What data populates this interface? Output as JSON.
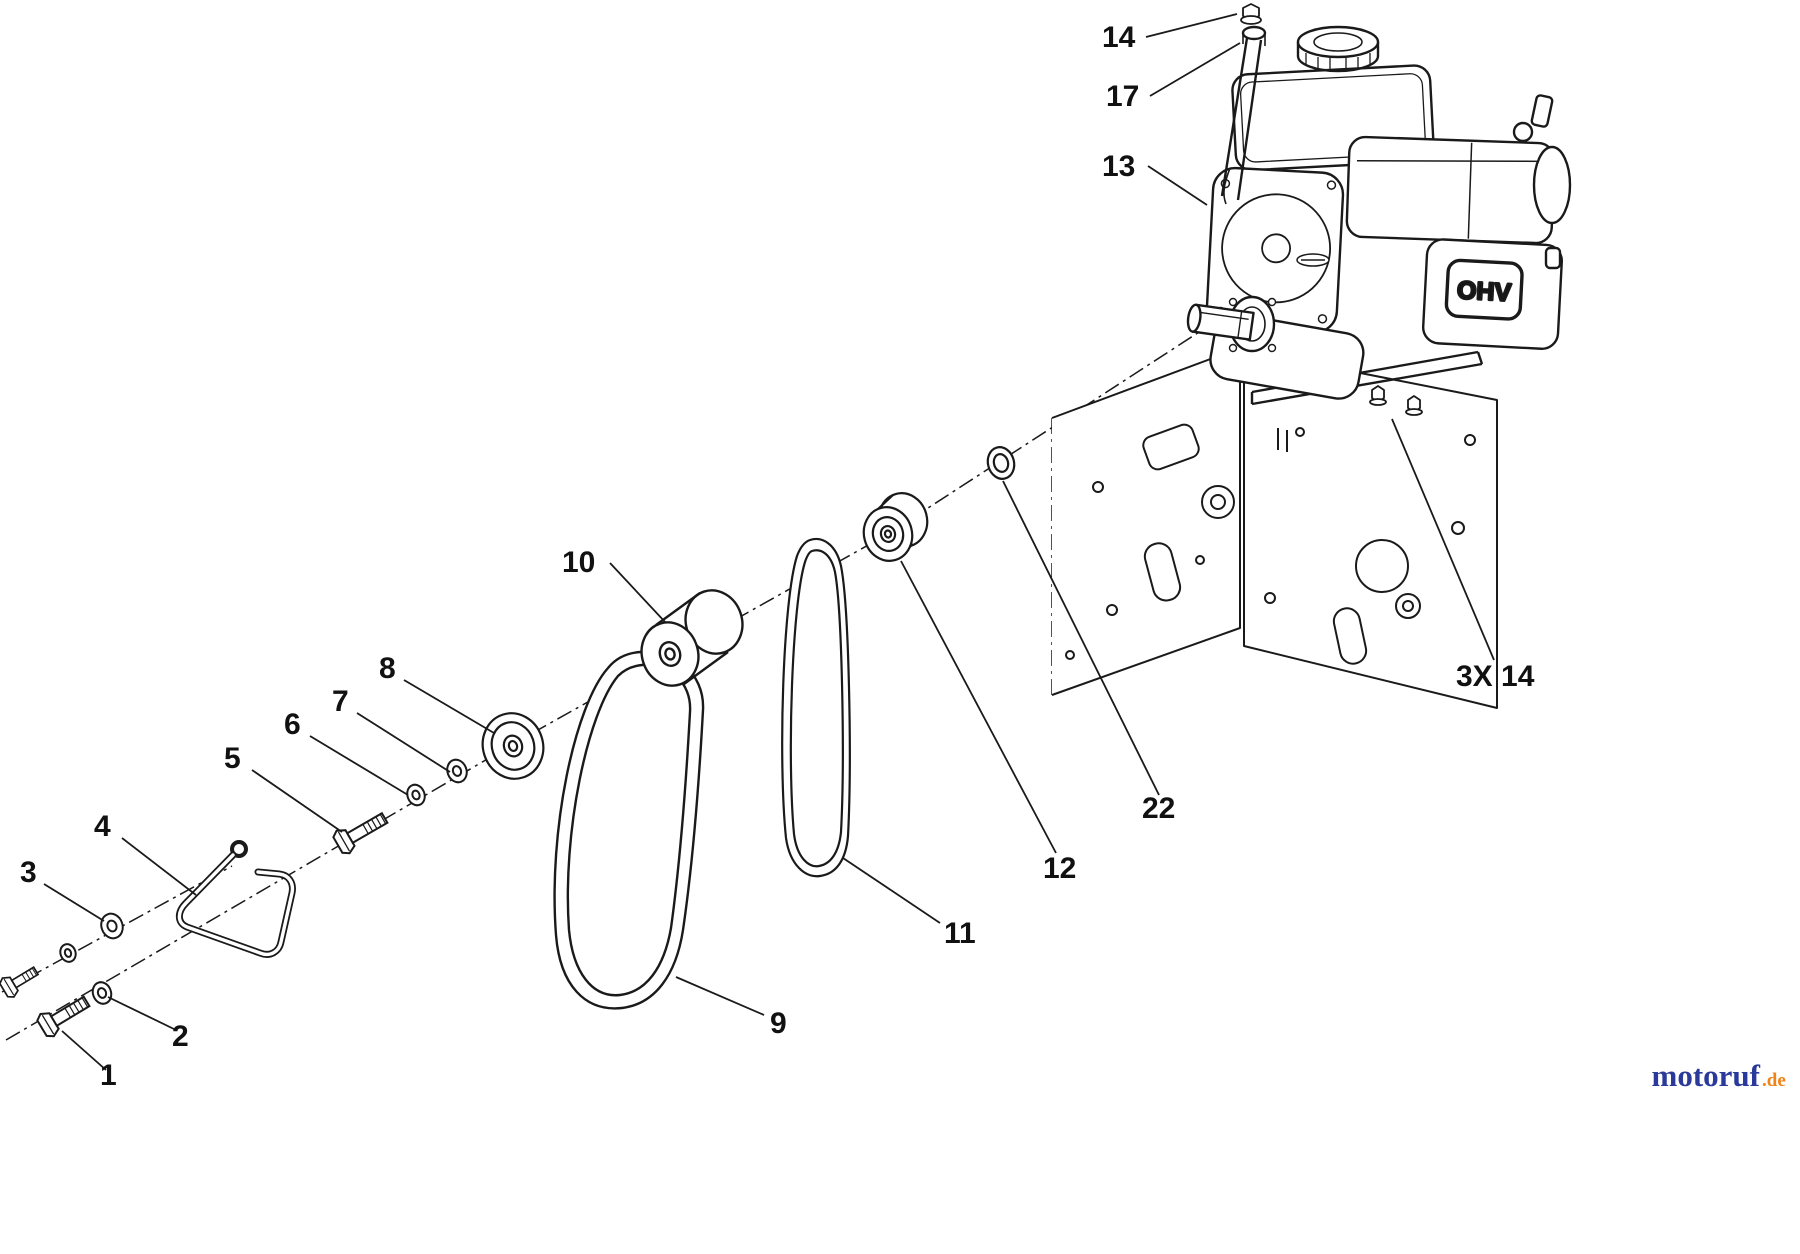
{
  "diagram": {
    "type": "exploded-parts-diagram",
    "subject": "snowblower engine and drive belt assembly",
    "colors": {
      "ink": "#1a1a1a",
      "background": "#ffffff"
    },
    "callouts": {
      "c1": "1",
      "c2": "2",
      "c3": "3",
      "c4": "4",
      "c5": "5",
      "c6": "6",
      "c7": "7",
      "c8": "8",
      "c9": "9",
      "c10": "10",
      "c11": "11",
      "c12": "12",
      "c13": "13",
      "c14": "14",
      "c17": "17",
      "c22": "22",
      "c3x14": "3X 14"
    },
    "engine": {
      "badge": "OHV"
    },
    "watermark": {
      "name": "motoruf",
      "tld": ".de",
      "name_color": "#2b3a9a",
      "tld_color": "#f08218"
    }
  }
}
